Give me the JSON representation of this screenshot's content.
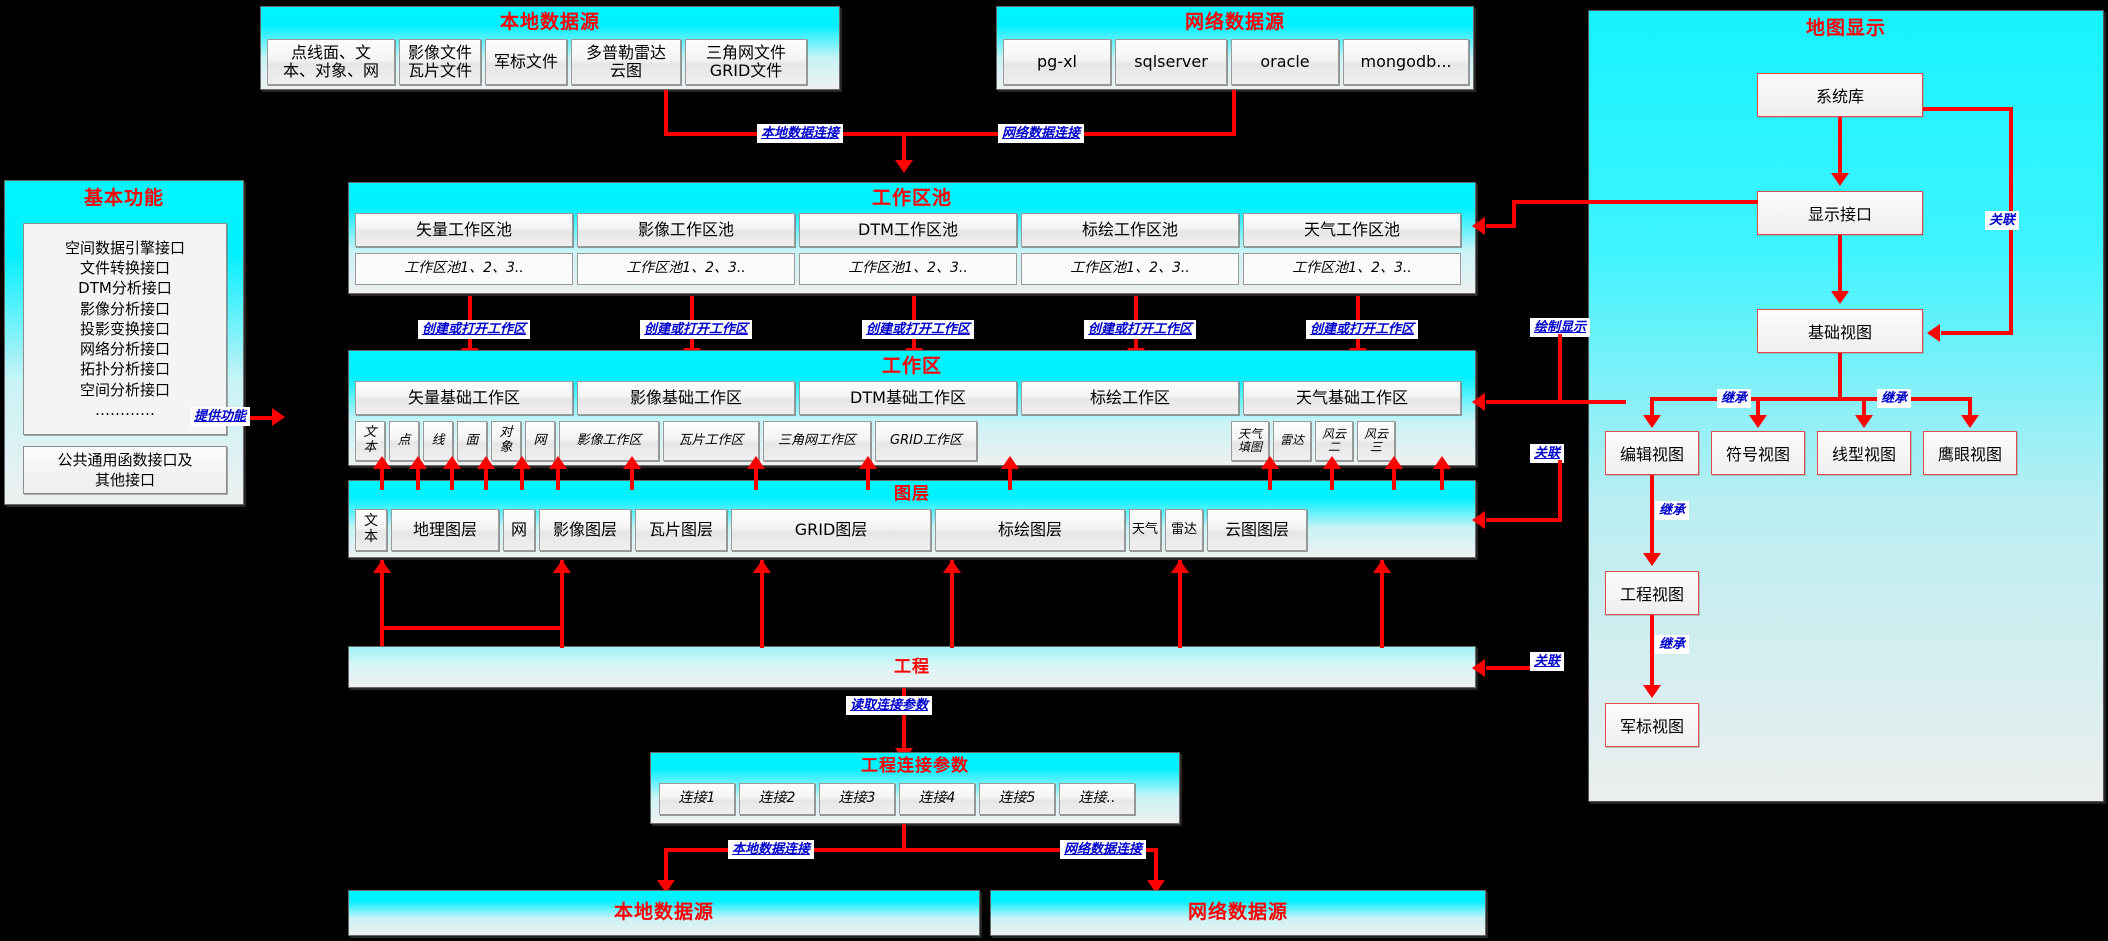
{
  "local_source": {
    "title": "本地数据源",
    "items": [
      "点线面、文\n本、对象、网",
      "影像文件\n瓦片文件",
      "军标文件",
      "多普勒雷达\n云图",
      "三角网文件\nGRID文件"
    ]
  },
  "net_source": {
    "title": "网络数据源",
    "items": [
      "pg-xl",
      "sqlserver",
      "oracle",
      "mongodb..."
    ]
  },
  "basic_func": {
    "title": "基本功能",
    "interfaces": "空间数据引擎接口\n文件转换接口\nDTM分析接口\n影像分析接口\n投影变换接口\n网络分析接口\n拓扑分析接口\n空间分析接口\n…………",
    "common": "公共通用函数接口及\n其他接口"
  },
  "pool": {
    "title": "工作区池",
    "items": [
      "矢量工作区池",
      "影像工作区池",
      "DTM工作区池",
      "标绘工作区池",
      "天气工作区池"
    ],
    "subs": [
      "工作区池1、2、3..",
      "工作区池1、2、3..",
      "工作区池1、2、3..",
      "工作区池1、2、3..",
      "工作区池1、2、3.."
    ]
  },
  "workspace": {
    "title": "工作区",
    "items": [
      "矢量基础工作区",
      "影像基础工作区",
      "DTM基础工作区",
      "标绘工作区",
      "天气基础工作区"
    ],
    "subs": [
      "文\n本",
      "点",
      "线",
      "面",
      "对\n象",
      "网",
      "影像工作区",
      "瓦片工作区",
      "三角网工作区",
      "GRID工作区",
      "天气\n填图",
      "雷达",
      "风云\n二",
      "风云\n三"
    ]
  },
  "layers": {
    "title": "图层",
    "items": [
      "文\n本",
      "地理图层",
      "网",
      "影像图层",
      "瓦片图层",
      "GRID图层",
      "标绘图层",
      "天气",
      "雷达",
      "云图图层"
    ]
  },
  "project": {
    "title": "工程"
  },
  "conn_params": {
    "title": "工程连接参数",
    "items": [
      "连接1",
      "连接2",
      "连接3",
      "连接4",
      "连接5",
      "连接.."
    ]
  },
  "bottom_local": {
    "title": "本地数据源"
  },
  "bottom_net": {
    "title": "网络数据源"
  },
  "map_display": {
    "title": "地图显示",
    "sys_db": "系统库",
    "display_if": "显示接口",
    "base_view": "基础视图",
    "views": [
      "编辑视图",
      "符号视图",
      "线型视图",
      "鹰眼视图"
    ],
    "project_view": "工程视图",
    "military_view": "军标视图"
  },
  "edge_labels": {
    "local_conn": "本地数据连接",
    "net_conn": "网络数据连接",
    "create_open": "创建或打开工作区",
    "provide_func": "提供功能",
    "draw_display": "绘制显示",
    "relate": "关联",
    "inherit": "继承",
    "read_conn": "读取连接参数"
  },
  "colors": {
    "accent_red": "#ff0000",
    "label_blue": "#0000cc",
    "panel_cyan": "#00f0ff"
  }
}
